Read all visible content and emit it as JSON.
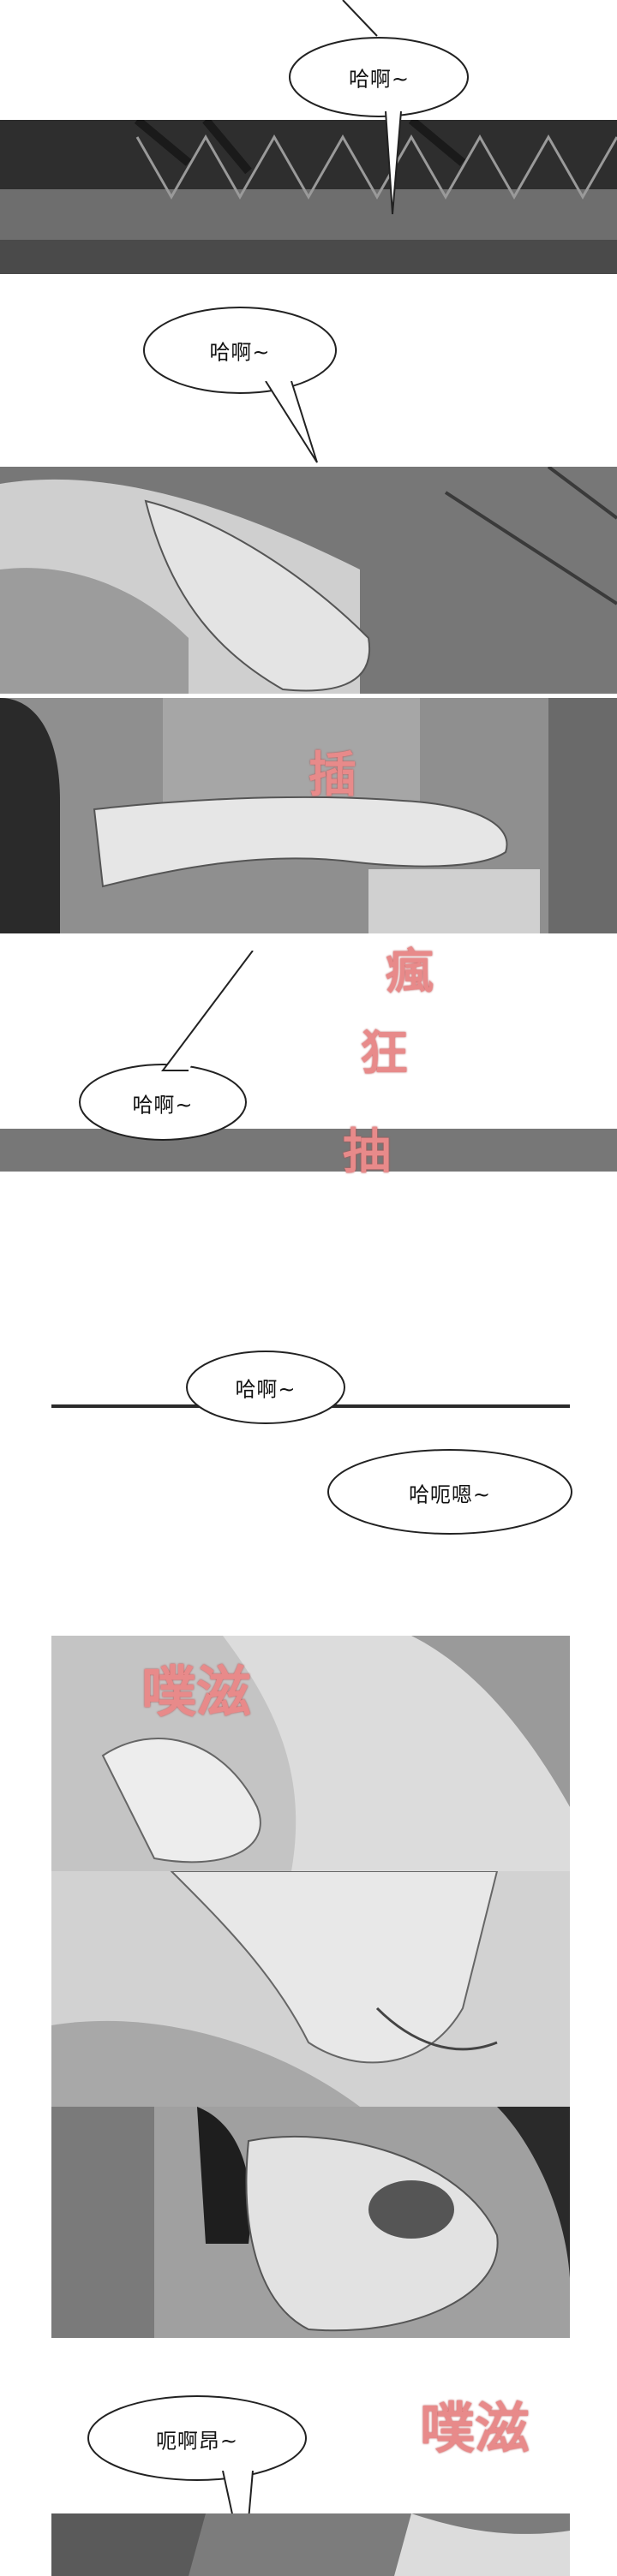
{
  "bubbles": [
    {
      "text": "哈啊~"
    },
    {
      "text": "哈啊~"
    },
    {
      "text": "哈啊~"
    },
    {
      "text": "哈啊~"
    },
    {
      "text": "哈呃嗯~"
    },
    {
      "text": "呃啊昂~"
    }
  ],
  "sfx": [
    {
      "text": "插"
    },
    {
      "text": "瘋"
    },
    {
      "text": "狂"
    },
    {
      "text": "抽"
    },
    {
      "text": "噗滋"
    },
    {
      "text": "噗滋"
    }
  ],
  "colors": {
    "sfx": "#e88a8a",
    "panel_dark": "#3a3a3a",
    "panel_light": "#cfcfcf"
  }
}
